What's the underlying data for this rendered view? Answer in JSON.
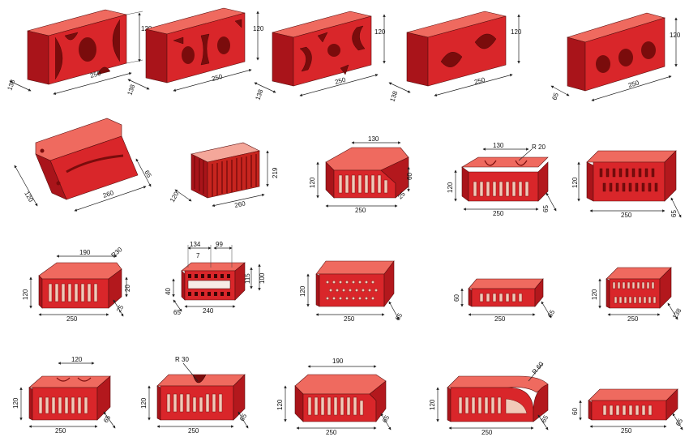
{
  "colors": {
    "front": "#d9262a",
    "top": "#ef6a5f",
    "side": "#a9141a",
    "hole": "#7a0c0c"
  },
  "bricks": [
    {
      "dims": [
        "120",
        "250",
        "138"
      ]
    },
    {
      "dims": [
        "120",
        "250",
        "138"
      ]
    },
    {
      "dims": [
        "120",
        "250",
        "138"
      ]
    },
    {
      "dims": [
        "120",
        "250",
        "138"
      ]
    },
    {
      "dims": [
        "120",
        "250",
        "65"
      ]
    },
    {
      "dims": [
        "120",
        "260",
        "65"
      ]
    },
    {
      "dims": [
        "219",
        "260",
        "120"
      ]
    },
    {
      "dims": [
        "130",
        "120",
        "250",
        "60",
        "25"
      ]
    },
    {
      "dims": [
        "130",
        "R 20",
        "120",
        "250",
        "65"
      ]
    },
    {
      "dims": [
        "120",
        "250",
        "65"
      ]
    },
    {
      "dims": [
        "190",
        "R30",
        "120",
        "250",
        "20",
        "25"
      ]
    },
    {
      "dims": [
        "134",
        "99",
        "7",
        "40",
        "65",
        "240",
        "115",
        "100"
      ]
    },
    {
      "dims": [
        "120",
        "250",
        "65"
      ]
    },
    {
      "dims": [
        "60",
        "250",
        "65"
      ]
    },
    {
      "dims": [
        "120",
        "250",
        "138"
      ]
    },
    {
      "dims": [
        "120",
        "120",
        "250",
        "65"
      ]
    },
    {
      "dims": [
        "R 30",
        "120",
        "250",
        "65"
      ]
    },
    {
      "dims": [
        "190",
        "120",
        "250",
        "65"
      ]
    },
    {
      "dims": [
        "R 60",
        "120",
        "250",
        "65"
      ]
    },
    {
      "dims": [
        "60",
        "250",
        "65"
      ]
    }
  ]
}
